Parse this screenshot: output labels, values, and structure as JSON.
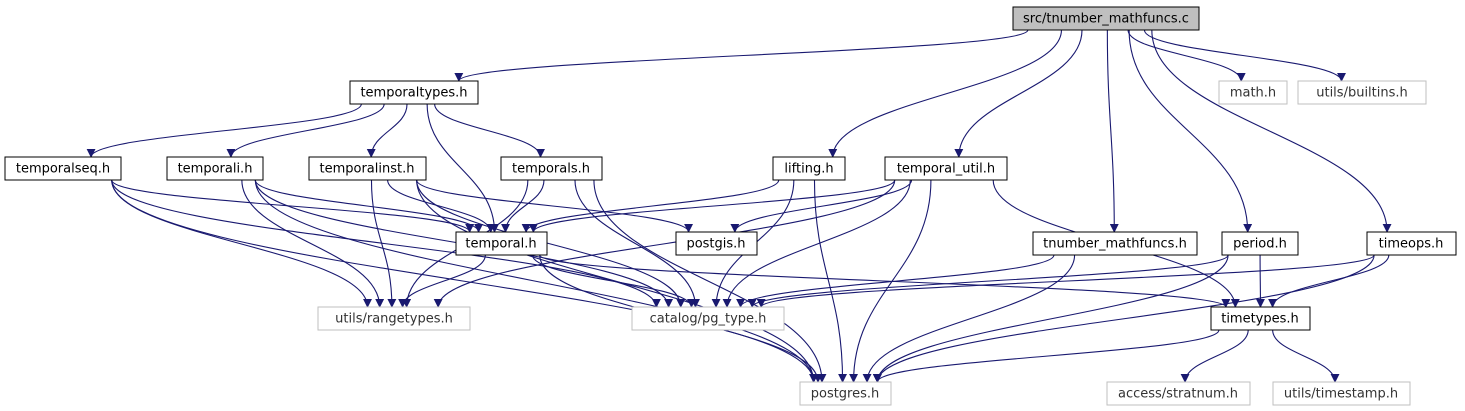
{
  "diagram": {
    "type": "include-dependency-graph",
    "edge_color": "#191970",
    "root_fill": "#bfbfbf",
    "external_border": "#bfbfbf",
    "nodes": [
      {
        "id": "src_tnumber_mathfuncs_c",
        "label": "src/tnumber_mathfuncs.c",
        "kind": "root"
      },
      {
        "id": "temporaltypes_h",
        "label": "temporaltypes.h",
        "kind": "local"
      },
      {
        "id": "math_h",
        "label": "math.h",
        "kind": "external"
      },
      {
        "id": "utils_builtins_h",
        "label": "utils/builtins.h",
        "kind": "external"
      },
      {
        "id": "temporalseq_h",
        "label": "temporalseq.h",
        "kind": "local"
      },
      {
        "id": "temporali_h",
        "label": "temporali.h",
        "kind": "local"
      },
      {
        "id": "temporalinst_h",
        "label": "temporalinst.h",
        "kind": "local"
      },
      {
        "id": "temporals_h",
        "label": "temporals.h",
        "kind": "local"
      },
      {
        "id": "lifting_h",
        "label": "lifting.h",
        "kind": "local"
      },
      {
        "id": "temporal_util_h",
        "label": "temporal_util.h",
        "kind": "local"
      },
      {
        "id": "temporal_h",
        "label": "temporal.h",
        "kind": "local"
      },
      {
        "id": "postgis_h",
        "label": "postgis.h",
        "kind": "local"
      },
      {
        "id": "tnumber_mathfuncs_h",
        "label": "tnumber_mathfuncs.h",
        "kind": "local"
      },
      {
        "id": "period_h",
        "label": "period.h",
        "kind": "local"
      },
      {
        "id": "timeops_h",
        "label": "timeops.h",
        "kind": "local"
      },
      {
        "id": "utils_rangetypes_h",
        "label": "utils/rangetypes.h",
        "kind": "external"
      },
      {
        "id": "catalog_pg_type_h",
        "label": "catalog/pg_type.h",
        "kind": "external"
      },
      {
        "id": "timetypes_h",
        "label": "timetypes.h",
        "kind": "local"
      },
      {
        "id": "postgres_h",
        "label": "postgres.h",
        "kind": "external"
      },
      {
        "id": "access_stratnum_h",
        "label": "access/stratnum.h",
        "kind": "external"
      },
      {
        "id": "utils_timestamp_h",
        "label": "utils/timestamp.h",
        "kind": "external"
      }
    ],
    "edges": [
      [
        "src_tnumber_mathfuncs_c",
        "temporaltypes_h"
      ],
      [
        "src_tnumber_mathfuncs_c",
        "lifting_h"
      ],
      [
        "src_tnumber_mathfuncs_c",
        "temporal_util_h"
      ],
      [
        "src_tnumber_mathfuncs_c",
        "tnumber_mathfuncs_h"
      ],
      [
        "src_tnumber_mathfuncs_c",
        "period_h"
      ],
      [
        "src_tnumber_mathfuncs_c",
        "timeops_h"
      ],
      [
        "src_tnumber_mathfuncs_c",
        "math_h"
      ],
      [
        "src_tnumber_mathfuncs_c",
        "utils_builtins_h"
      ],
      [
        "temporaltypes_h",
        "temporalseq_h"
      ],
      [
        "temporaltypes_h",
        "temporali_h"
      ],
      [
        "temporaltypes_h",
        "temporalinst_h"
      ],
      [
        "temporaltypes_h",
        "temporals_h"
      ],
      [
        "temporaltypes_h",
        "temporal_h"
      ],
      [
        "temporalseq_h",
        "temporal_h"
      ],
      [
        "temporalseq_h",
        "utils_rangetypes_h"
      ],
      [
        "temporalseq_h",
        "catalog_pg_type_h"
      ],
      [
        "temporalseq_h",
        "postgres_h"
      ],
      [
        "temporali_h",
        "temporal_h"
      ],
      [
        "temporali_h",
        "utils_rangetypes_h"
      ],
      [
        "temporali_h",
        "catalog_pg_type_h"
      ],
      [
        "temporali_h",
        "postgres_h"
      ],
      [
        "temporalinst_h",
        "temporal_h"
      ],
      [
        "temporalinst_h",
        "postgis_h"
      ],
      [
        "temporalinst_h",
        "utils_rangetypes_h"
      ],
      [
        "temporalinst_h",
        "catalog_pg_type_h"
      ],
      [
        "temporalinst_h",
        "postgres_h"
      ],
      [
        "temporals_h",
        "temporal_h"
      ],
      [
        "temporals_h",
        "utils_rangetypes_h"
      ],
      [
        "temporals_h",
        "catalog_pg_type_h"
      ],
      [
        "temporals_h",
        "postgres_h"
      ],
      [
        "lifting_h",
        "temporal_h"
      ],
      [
        "lifting_h",
        "catalog_pg_type_h"
      ],
      [
        "lifting_h",
        "postgres_h"
      ],
      [
        "temporal_util_h",
        "temporal_h"
      ],
      [
        "temporal_util_h",
        "postgis_h"
      ],
      [
        "temporal_util_h",
        "utils_rangetypes_h"
      ],
      [
        "temporal_util_h",
        "catalog_pg_type_h"
      ],
      [
        "temporal_util_h",
        "postgres_h"
      ],
      [
        "temporal_util_h",
        "timetypes_h"
      ],
      [
        "temporal_h",
        "utils_rangetypes_h"
      ],
      [
        "temporal_h",
        "catalog_pg_type_h"
      ],
      [
        "temporal_h",
        "timetypes_h"
      ],
      [
        "temporal_h",
        "postgres_h"
      ],
      [
        "tnumber_mathfuncs_h",
        "catalog_pg_type_h"
      ],
      [
        "tnumber_mathfuncs_h",
        "postgres_h"
      ],
      [
        "period_h",
        "catalog_pg_type_h"
      ],
      [
        "period_h",
        "timetypes_h"
      ],
      [
        "period_h",
        "postgres_h"
      ],
      [
        "timeops_h",
        "catalog_pg_type_h"
      ],
      [
        "timeops_h",
        "timetypes_h"
      ],
      [
        "timeops_h",
        "postgres_h"
      ],
      [
        "timetypes_h",
        "postgres_h"
      ],
      [
        "timetypes_h",
        "access_stratnum_h"
      ],
      [
        "timetypes_h",
        "utils_timestamp_h"
      ]
    ]
  }
}
